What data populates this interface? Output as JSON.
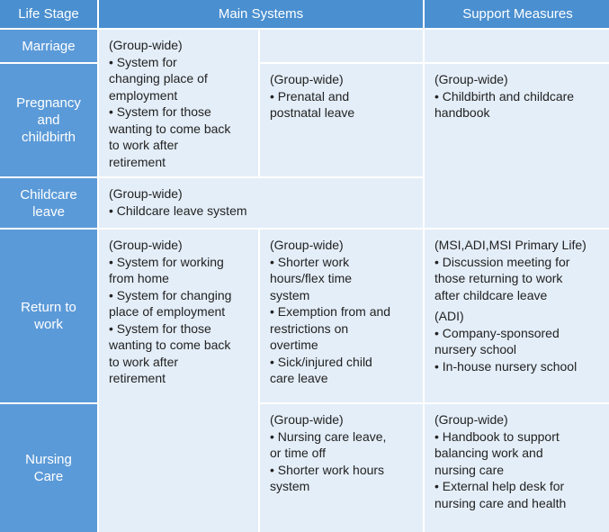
{
  "headers": {
    "life_stage": "Life Stage",
    "main_systems": "Main Systems",
    "support_measures": "Support Measures"
  },
  "stages": {
    "marriage": "Marriage",
    "pregnancy": "Pregnancy\nand\nchildbirth",
    "childcare_leave": "Childcare\nleave",
    "return_to_work": "Return to\nwork",
    "nursing_care": "Nursing\nCare"
  },
  "cells": {
    "marriage_pregnancy_main": {
      "group": "(Group-wide)",
      "items": [
        "• System for\nchanging place of\nemployment",
        "• System for those\nwanting to come back\nto work after\nretirement"
      ]
    },
    "pregnancy_main2": {
      "group": "(Group-wide)",
      "items": [
        "• Prenatal and\npostnatal leave"
      ]
    },
    "pregnancy_support": {
      "group": "(Group-wide)",
      "items": [
        "• Childbirth and childcare\nhandbook"
      ]
    },
    "childcare_main": {
      "group": "(Group-wide)",
      "items": [
        "• Childcare leave system"
      ]
    },
    "return_main1": {
      "group": "(Group-wide)",
      "items": [
        "• System for working\nfrom home",
        "• System for changing\nplace of employment",
        "• System for those\nwanting to come back\nto work after\nretirement"
      ]
    },
    "return_main2": {
      "group": "(Group-wide)",
      "items": [
        "• Shorter work\nhours/flex time\nsystem",
        "• Exemption from and\nrestrictions on\novertime",
        "• Sick/injured child\ncare leave"
      ]
    },
    "return_support": {
      "block1_group": "(MSI,ADI,MSI Primary Life)",
      "block1_items": [
        "• Discussion meeting for\nthose returning to work\nafter childcare leave"
      ],
      "block2_group": "(ADI)",
      "block2_items": [
        "• Company-sponsored\nnursery school",
        "• In-house nursery school"
      ]
    },
    "nursing_main2": {
      "group": "(Group-wide)",
      "items": [
        "• Nursing care leave,\nor time off",
        "• Shorter work hours\nsystem"
      ]
    },
    "nursing_support": {
      "group": "(Group-wide)",
      "items": [
        "• Handbook to support\nbalancing work and\nnursing care",
        "• External help desk for\nnursing care and health"
      ]
    }
  }
}
